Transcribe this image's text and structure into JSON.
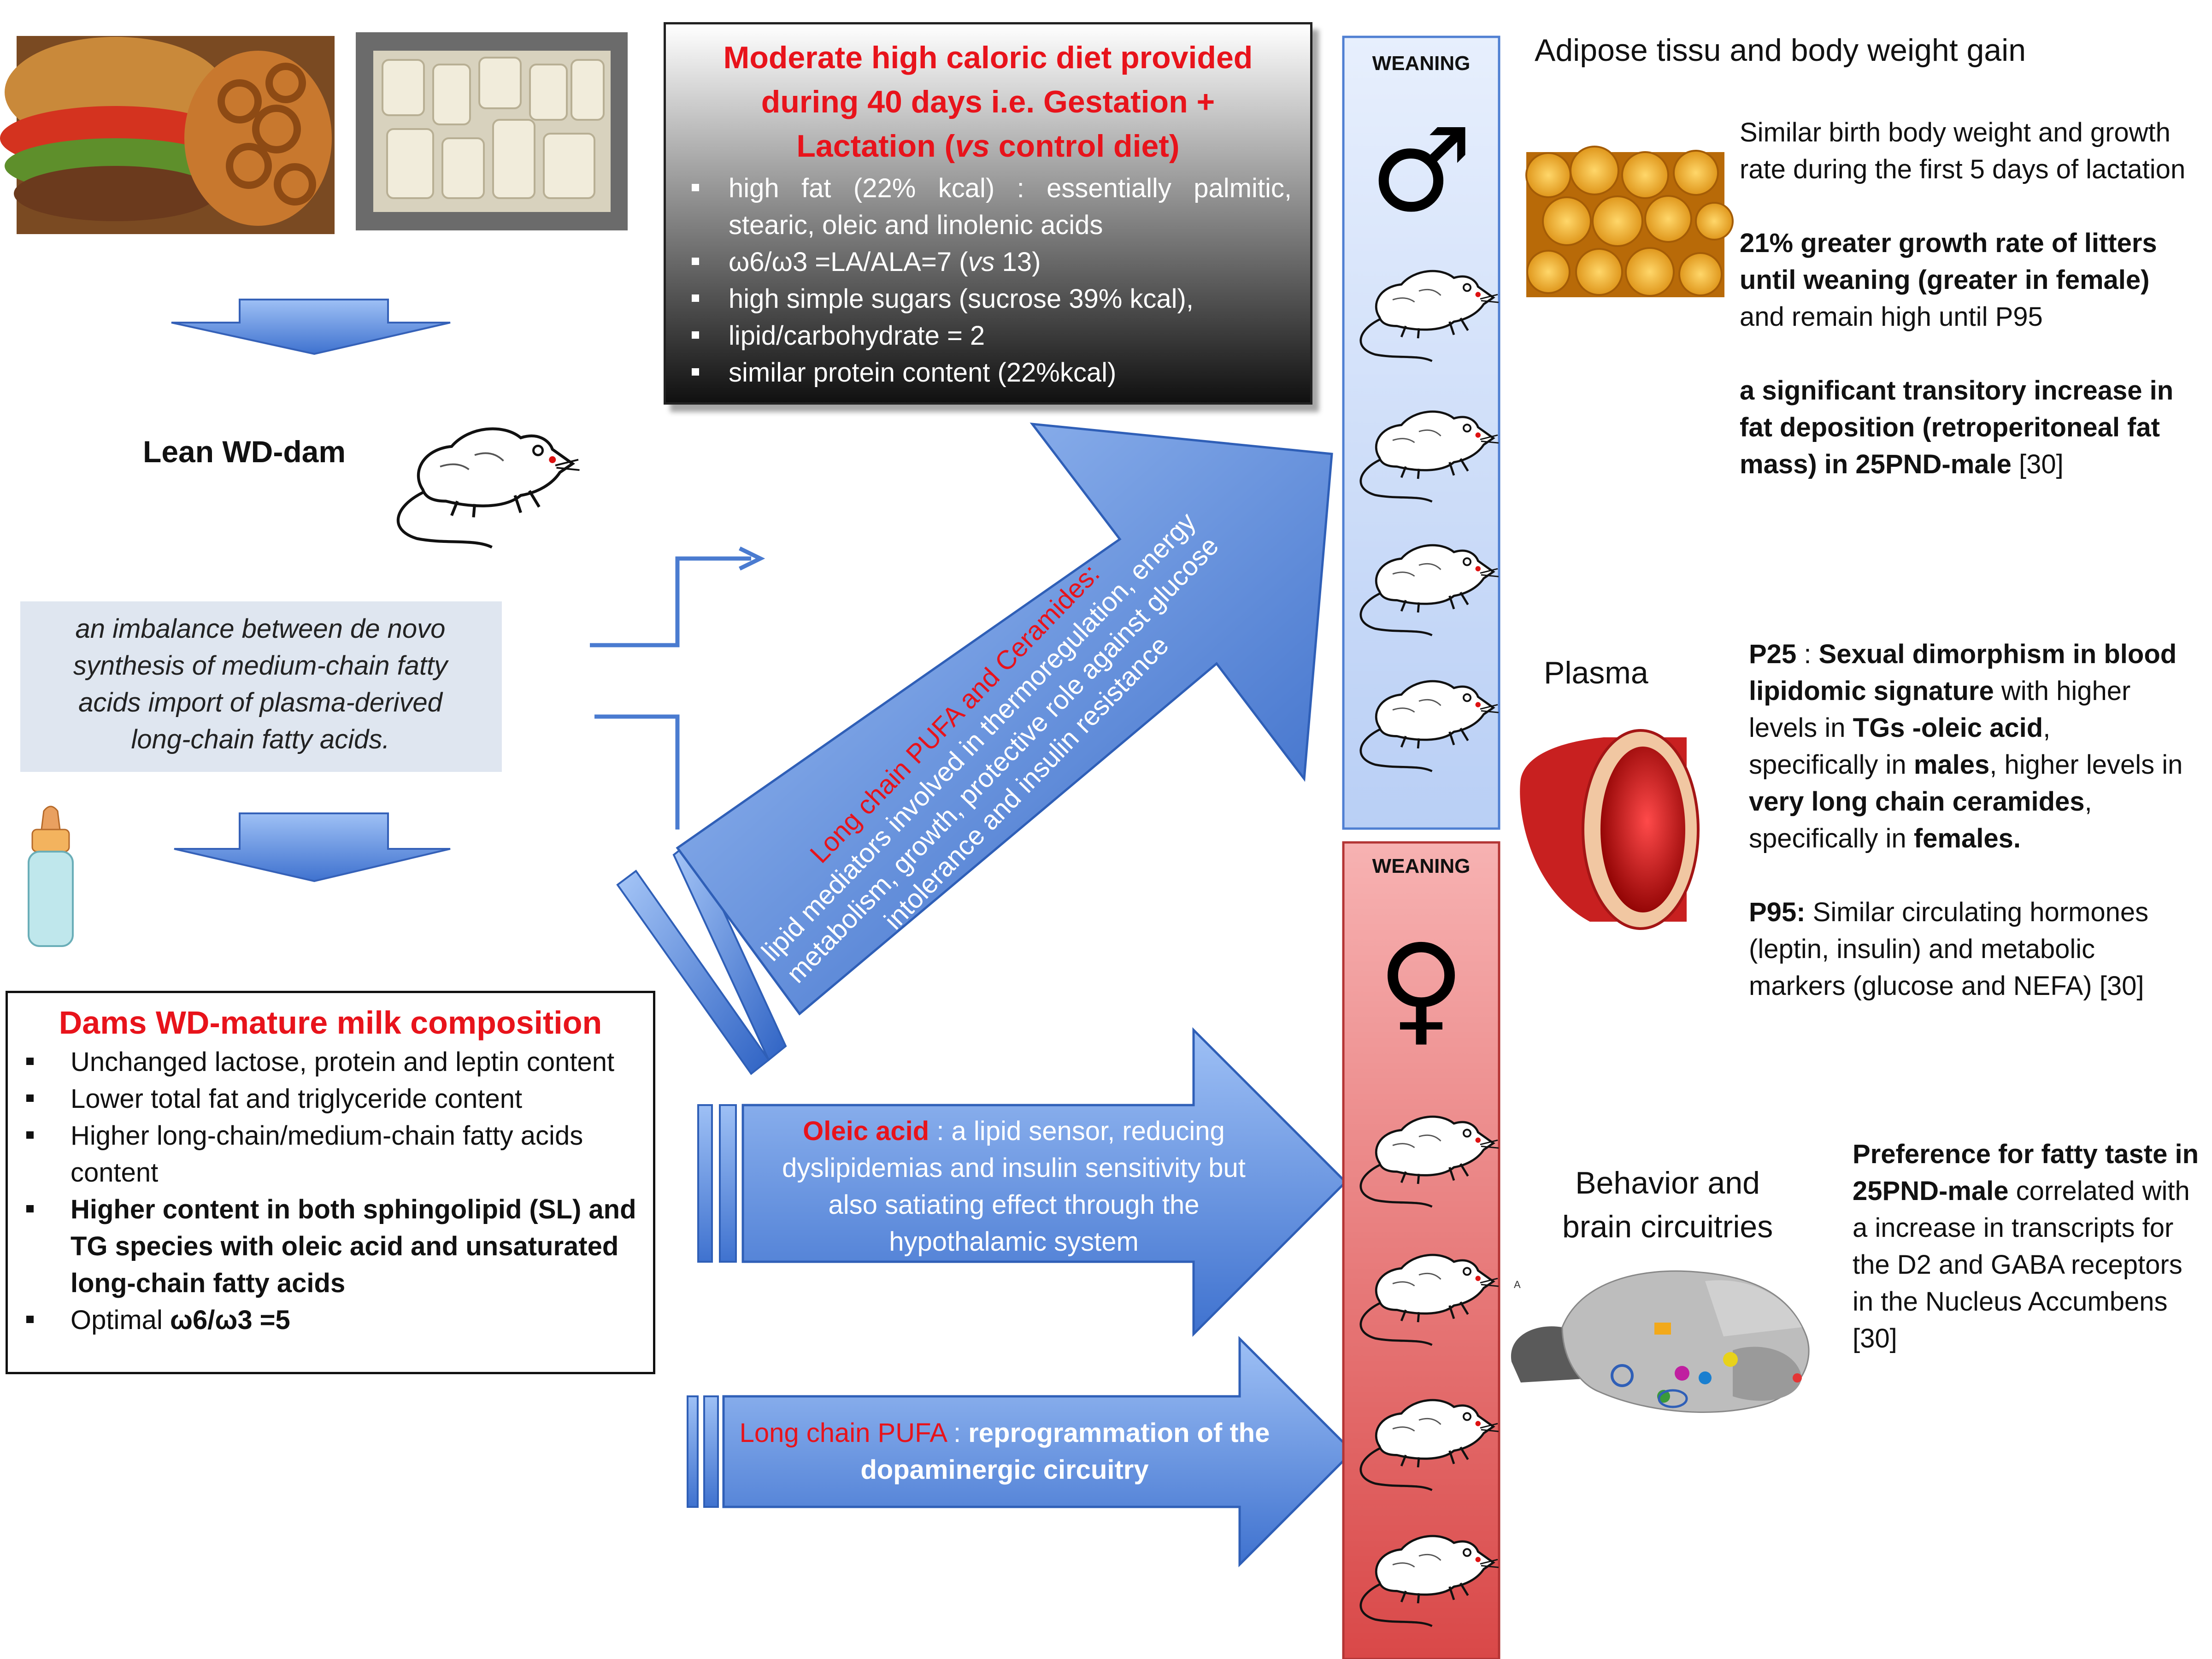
{
  "diet_box": {
    "title": "Moderate high caloric diet provided during 40 days i.e. Gestation + Lactation (vs control diet)",
    "title_line1": "Moderate high caloric diet provided",
    "title_line2": "during 40 days i.e. Gestation +",
    "title_line3_a": "Lactation (",
    "title_line3_vs": "vs",
    "title_line3_b": " control diet)",
    "items": [
      "high fat (22% kcal) : essentially palmitic, stearic, oleic and linolenic acids",
      "ω6/ω3 =LA/ALA=7 (",
      "high simple sugars (sucrose 39% kcal),",
      "lipid/carbohydrate = 2",
      "similar protein content (22%kcal)"
    ],
    "item2_vs": "vs",
    "item2_tail": " 13)"
  },
  "dam": {
    "label": "Lean WD-dam"
  },
  "imbalance": {
    "text": "an imbalance between de novo synthesis of medium-chain fatty acids import of plasma-derived long-chain fatty acids."
  },
  "milk": {
    "title": "Dams WD-mature milk composition",
    "items": [
      "Unchanged lactose, protein and leptin content",
      "Lower total fat and triglyceride content",
      "Higher long-chain/medium-chain fatty acids content",
      "Higher content in both sphingolipid (SL) and TG species with oleic acid and unsaturated long-chain fatty acids"
    ],
    "last_item_prefix": "Optimal ",
    "last_item_bold": "ω6/ω3 =5"
  },
  "arrow_top": {
    "red": "Long chain PUFA and Ceramides:",
    "white": "lipid mediators involved in thermoregulation, energy metabolism, growth, protective role against glucose intolerance and insulin resistance"
  },
  "arrow_mid": {
    "red": "Oleic acid",
    "white": " : a lipid sensor, reducing dyslipidemias and insulin sensitivity but also satiating effect through the hypothalamic system"
  },
  "arrow_bottom": {
    "red": "Long chain PUFA",
    "white_plain": " : ",
    "white_bold": "reprogrammation of the dopaminergic circuitry"
  },
  "male_bar": {
    "label": "WEANING",
    "symbol": "♂",
    "color": "#dbe6fb"
  },
  "female_bar": {
    "label": "WEANING",
    "symbol": "♀",
    "color": "#e66a6a"
  },
  "adipose": {
    "heading": "Adipose tissu and body weight gain",
    "p1": "Similar birth body weight and growth rate during the first 5 days of lactation",
    "p2_bold": "21% greater growth rate of litters until weaning (greater in female)",
    "p2_tail": " and remain high until P95",
    "p3_bold": "a significant transitory increase in fat deposition (retroperitoneal fat mass) in 25PND-male",
    "p3_ref": " [30]"
  },
  "plasma": {
    "heading": "Plasma",
    "p25_label": "P25",
    "p25_sep": " : ",
    "p25_bold1": "Sexual dimorphism in blood lipidomic signature",
    "p25_t1": " with higher levels in ",
    "p25_bold2": "TGs -oleic acid",
    "p25_t2": ", specifically in ",
    "p25_bold3": "males",
    "p25_t3": ", higher levels in ",
    "p25_bold4": "very long chain ceramides",
    "p25_t4": ", specifically in ",
    "p25_bold5": "females.",
    "p95_label": "P95:",
    "p95_text": " Similar circulating hormones (leptin, insulin) and metabolic markers (glucose and NEFA) [30]"
  },
  "behavior": {
    "heading_line1": "Behavior and",
    "heading_line2": "brain circuitries",
    "bold": "Preference for fatty taste in 25PND-male",
    "text": " correlated with a increase in transcripts for the D2 and GABA receptors in the Nucleus Accumbens [30]",
    "brain_mark": "A"
  },
  "colors": {
    "accent_red": "#e8131b",
    "arrow_blue": "#6f9be6",
    "male_bar": "#dbe6fb",
    "female_bar": "#e66a6a"
  }
}
